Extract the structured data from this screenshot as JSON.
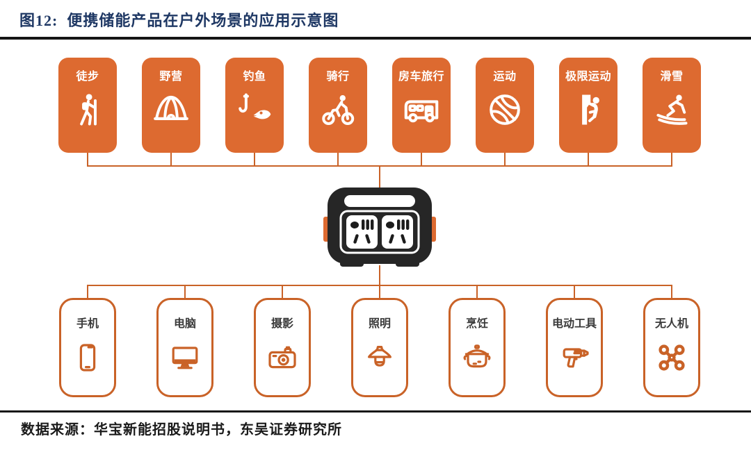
{
  "figure": {
    "title": "图12:  便携储能产品在户外场景的应用示意图",
    "source": "数据来源：华宝新能招股说明书，东吴证券研究所"
  },
  "colors": {
    "accent_orange": "#DD6A30",
    "line_orange": "#C96227",
    "title_navy": "#1F3864",
    "rule_black": "#141414",
    "device_black": "#262626"
  },
  "top_scenarios": {
    "items": [
      {
        "label": "徒步",
        "icon": "hiker-icon"
      },
      {
        "label": "野营",
        "icon": "tent-icon"
      },
      {
        "label": "钓鱼",
        "icon": "fishing-icon"
      },
      {
        "label": "骑行",
        "icon": "cycling-icon"
      },
      {
        "label": "房车旅行",
        "icon": "rv-icon"
      },
      {
        "label": "运动",
        "icon": "basketball-icon"
      },
      {
        "label": "极限运动",
        "icon": "climbing-icon"
      },
      {
        "label": "滑雪",
        "icon": "skiing-icon"
      }
    ]
  },
  "center_device": {
    "icon": "portable-power-station-image"
  },
  "bottom_devices": {
    "items": [
      {
        "label": "手机",
        "icon": "phone-icon"
      },
      {
        "label": "电脑",
        "icon": "computer-icon"
      },
      {
        "label": "摄影",
        "icon": "camera-icon"
      },
      {
        "label": "照明",
        "icon": "lamp-icon"
      },
      {
        "label": "烹饪",
        "icon": "pot-icon"
      },
      {
        "label": "电动工具",
        "icon": "drill-icon"
      },
      {
        "label": "无人机",
        "icon": "drone-icon"
      }
    ]
  }
}
